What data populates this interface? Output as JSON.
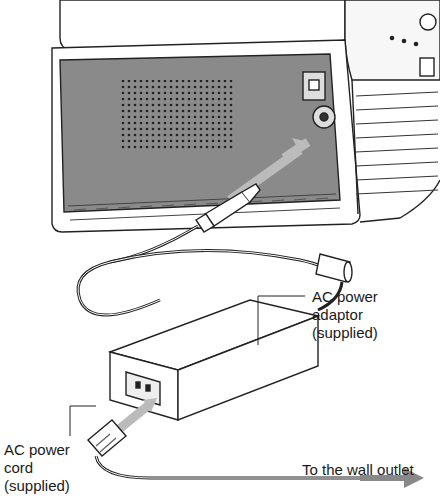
{
  "diagram": {
    "labels": [
      "AC power adaptor (supplied)",
      "AC power cord (supplied)",
      "To the wall outlet"
    ]
  }
}
